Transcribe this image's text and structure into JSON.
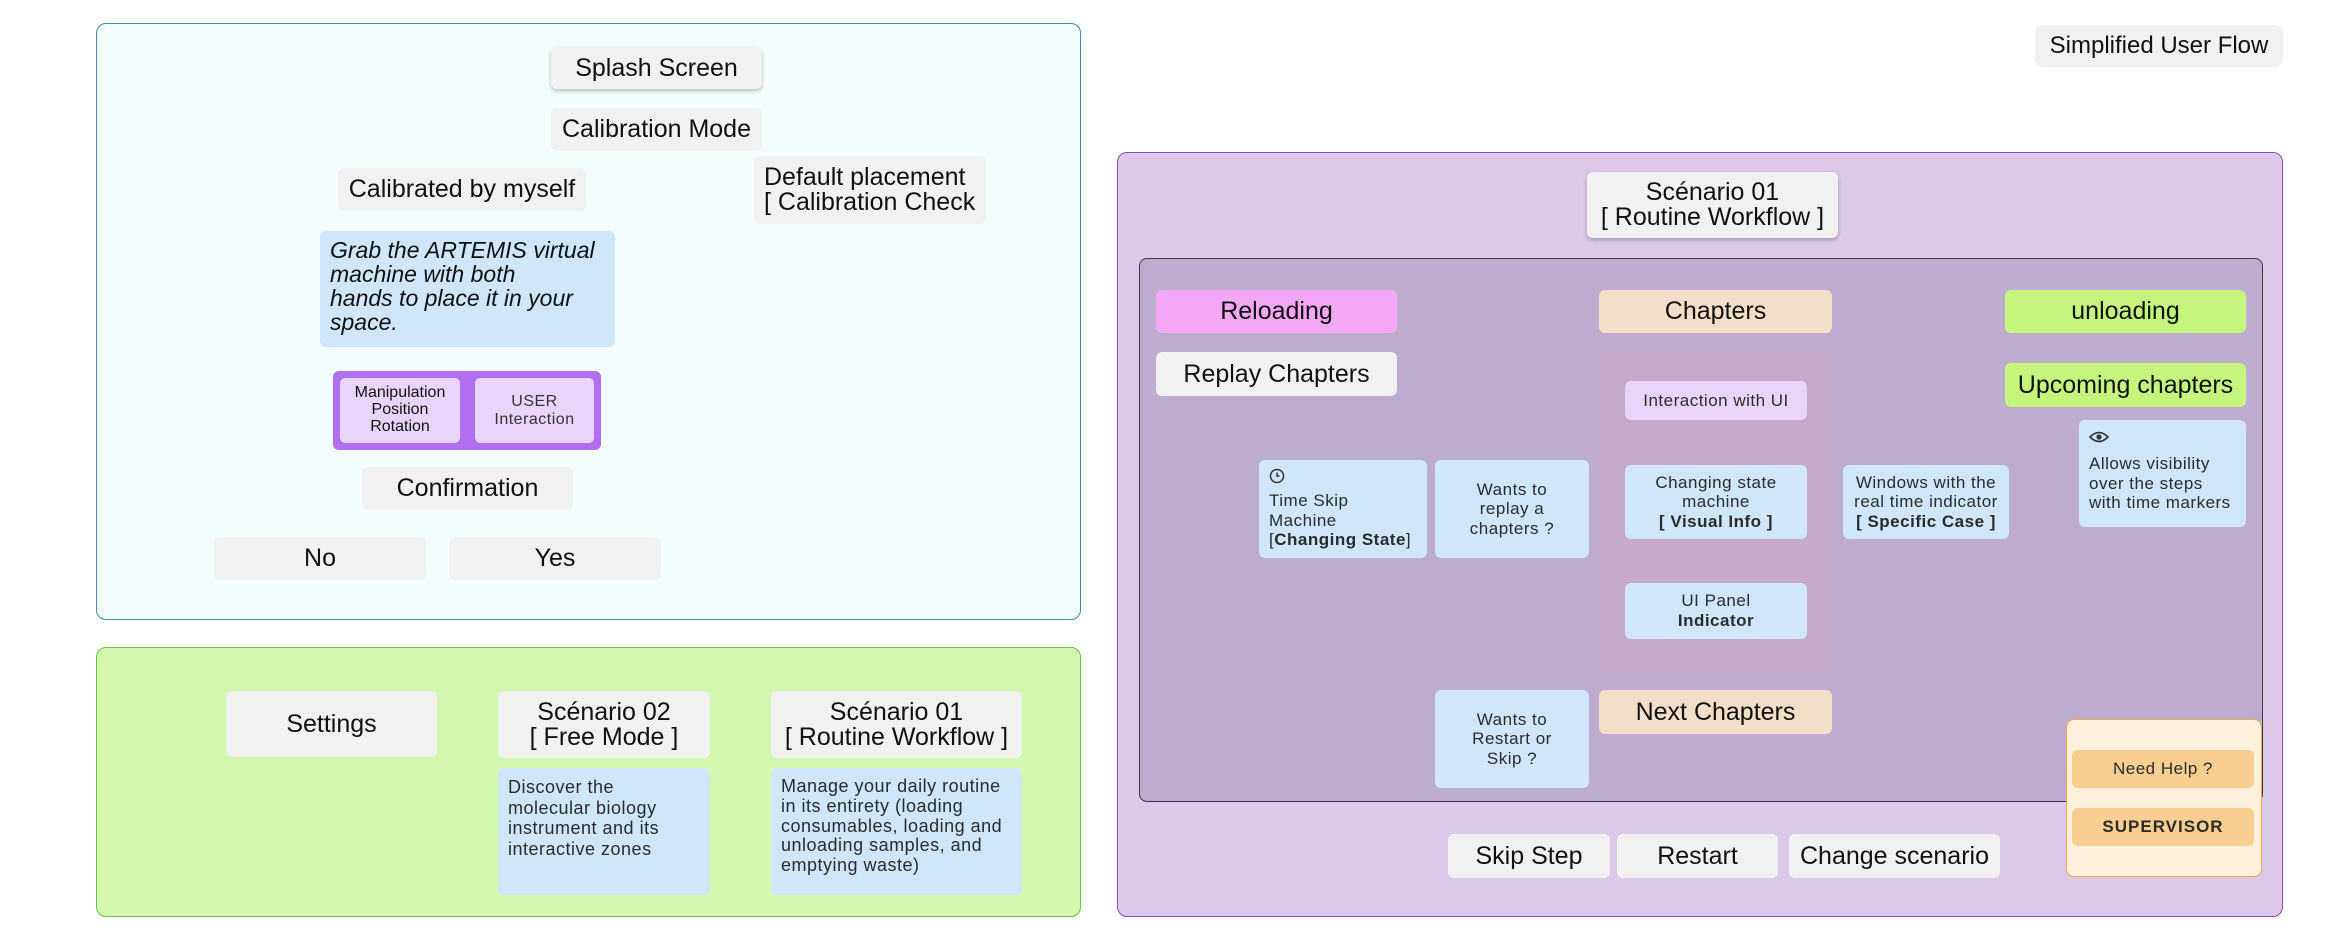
{
  "title": "Simplified User Flow",
  "calibration_panel": {
    "splash": "Splash Screen",
    "calibration_mode": "Calibration Mode",
    "calibrated_by_myself": "Calibrated by myself",
    "default_placement_l1": "Default placement",
    "default_placement_l2": "[ Calibration Check",
    "grab_note_l1": "Grab the ARTEMIS virtual",
    "grab_note_l2": "machine with both",
    "grab_note_l3": "hands to place it in your",
    "grab_note_l4": "space.",
    "manipulation_l1": "Manipulation",
    "manipulation_l2": "Position",
    "manipulation_l3": "Rotation",
    "user_interaction_l1": "USER",
    "user_interaction_l2": "Interaction",
    "confirmation": "Confirmation",
    "no": "No",
    "yes": "Yes"
  },
  "scenario_panel": {
    "settings": "Settings",
    "scenario02_l1": "Scénario 02",
    "scenario02_l2": "[ Free Mode ]",
    "scenario02_desc_l1": "Discover the",
    "scenario02_desc_l2": "molecular biology",
    "scenario02_desc_l3": "instrument and its",
    "scenario02_desc_l4": "interactive zones",
    "scenario01_l1": "Scénario 01",
    "scenario01_l2": "[ Routine Workflow  ]",
    "scenario01_desc_l1": "Manage your daily routine",
    "scenario01_desc_l2": "in its entirety (loading",
    "scenario01_desc_l3": "consumables, loading and",
    "scenario01_desc_l4": "unloading samples, and",
    "scenario01_desc_l5": "emptying waste)"
  },
  "routine_panel": {
    "header_l1": "Scénario 01",
    "header_l2": "[ Routine Workflow  ]",
    "reloading": "Reloading",
    "chapters": "Chapters",
    "unloading": "unloading",
    "replay_chapters": "Replay Chapters",
    "upcoming_chapters": "Upcoming chapters",
    "interaction_ui": "Interaction with UI",
    "changing_state_l1": "Changing state",
    "changing_state_l2": "machine",
    "changing_state_l3": "[ Visual Info ]",
    "ui_panel_l1": "UI Panel",
    "ui_panel_l2": "Indicator",
    "time_skip_l1": "Time Skip",
    "time_skip_l2": "Machine",
    "time_skip_l3_open": "[",
    "time_skip_l3_bold": "Changing State",
    "time_skip_l3_close": "]",
    "wants_replay_l1": "Wants to",
    "wants_replay_l2": "replay a",
    "wants_replay_l3": "chapters ?",
    "windows_l1": "Windows with the",
    "windows_l2": "real time indicator",
    "windows_l3": "[ Specific Case ]",
    "allows_l1": "Allows visibility",
    "allows_l2": "over the steps",
    "allows_l3": "with time markers",
    "wants_restart_l1": "Wants to",
    "wants_restart_l2": "Restart or",
    "wants_restart_l3": "Skip ?",
    "next_chapters": "Next Chapters",
    "skip_step": "Skip Step",
    "restart": "Restart",
    "change_scenario": "Change scenario",
    "need_help": "Need Help ?",
    "supervisor": "SUPERVISOR"
  },
  "colors": {
    "calibration_bg": "#f4fdfd",
    "calibration_border": "#3d8aa3",
    "scenario_bg": "#d4f8b0",
    "scenario_border": "#6cc04a",
    "routine_bg": "#dcc9ea",
    "routine_border": "#8a4fb0",
    "inner_bg": "#bdaccf",
    "reloading": "#f3a7f5",
    "chapters": "#f2dfc8",
    "unloading": "#c6f57e",
    "sticky_blue": "#cfe6fb",
    "purple_dark": "#b16ef0",
    "purple_light": "#e9d5fb",
    "help_bg": "#fdf1dd",
    "help_border": "#efa84a",
    "help_btn": "#f8cf90"
  },
  "icons": [
    "clock-icon",
    "eye-icon"
  ]
}
